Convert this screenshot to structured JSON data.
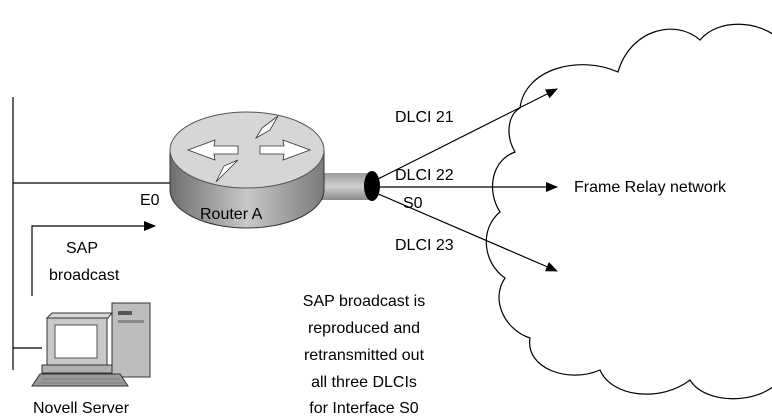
{
  "labels": {
    "dlci_21": "DLCI 21",
    "dlci_22": "DLCI 22",
    "dlci_23": "DLCI 23",
    "interface_e0": "E0",
    "interface_s0": "S0",
    "router": "Router A",
    "frame_relay": "Frame Relay network",
    "sap_line1": "SAP",
    "sap_line2": "broadcast",
    "server": "Novell Server"
  },
  "note": {
    "line1": "SAP broadcast is",
    "line2": "reproduced and",
    "line3": "retransmitted out",
    "line4": "all three DLCIs",
    "line5": "for Interface S0"
  },
  "icons": {
    "router": "router-icon",
    "server": "server-icon",
    "cloud": "cloud-icon"
  }
}
